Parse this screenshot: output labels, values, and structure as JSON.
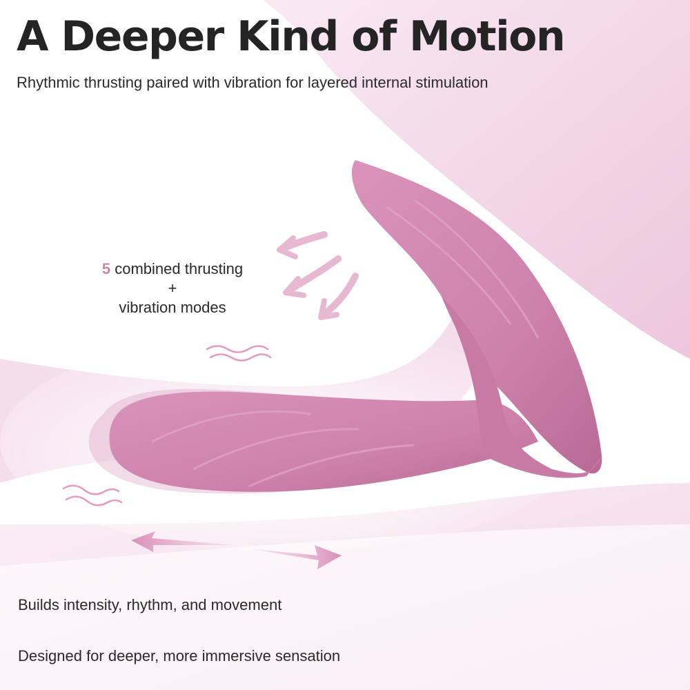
{
  "header": {
    "title": "A Deeper Kind of Motion",
    "subtitle": "Rhythmic thrusting paired with vibration for layered internal stimulation"
  },
  "callout": {
    "count": "5",
    "line1": "combined thrusting",
    "plus": "+",
    "line2": "vibration modes"
  },
  "features": [
    "Builds intensity, rhythm, and movement",
    "Designed for deeper, more immersive sensation"
  ],
  "colors": {
    "product": "#cf84ad",
    "accent": "#d48bb3",
    "background_tint": "#e9b9d6",
    "text": "#242424"
  },
  "icons": [
    "motion-arrow-icon",
    "vibration-wave-icon",
    "thrust-arrow-icon"
  ]
}
